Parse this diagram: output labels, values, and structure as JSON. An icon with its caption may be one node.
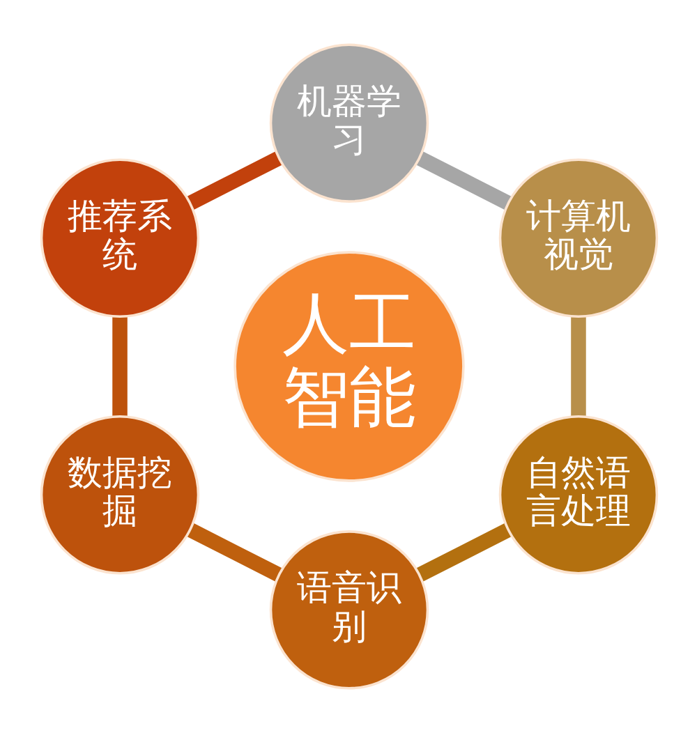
{
  "diagram": {
    "nodes": [
      {
        "text": [
          "人工智能"
        ]
      },
      {
        "text": [
          "机器学习"
        ]
      },
      {
        "text": [
          "计算机视觉"
        ]
      },
      {
        "text": [
          "自然语言处理"
        ]
      },
      {
        "text": [
          "语音识别"
        ]
      },
      {
        "text": [
          "数据挖掘"
        ]
      },
      {
        "text": [
          "推荐系统"
        ]
      }
    ],
    "edges": [
      {
        "from": 1,
        "to": 2,
        "arrow": "none",
        "color": "#a6a6a6"
      },
      {
        "from": 2,
        "to": 3,
        "arrow": "none",
        "color": "#b88f4a"
      },
      {
        "from": 4,
        "to": 3,
        "arrow": "none",
        "color": "#b3700f"
      },
      {
        "from": 5,
        "to": 4,
        "arrow": "none",
        "color": "#bf600e"
      },
      {
        "from": 6,
        "to": 5,
        "arrow": "none",
        "color": "#bd520c"
      },
      {
        "from": 6,
        "to": 1,
        "arrow": "none",
        "color": "#c2410c"
      }
    ]
  }
}
